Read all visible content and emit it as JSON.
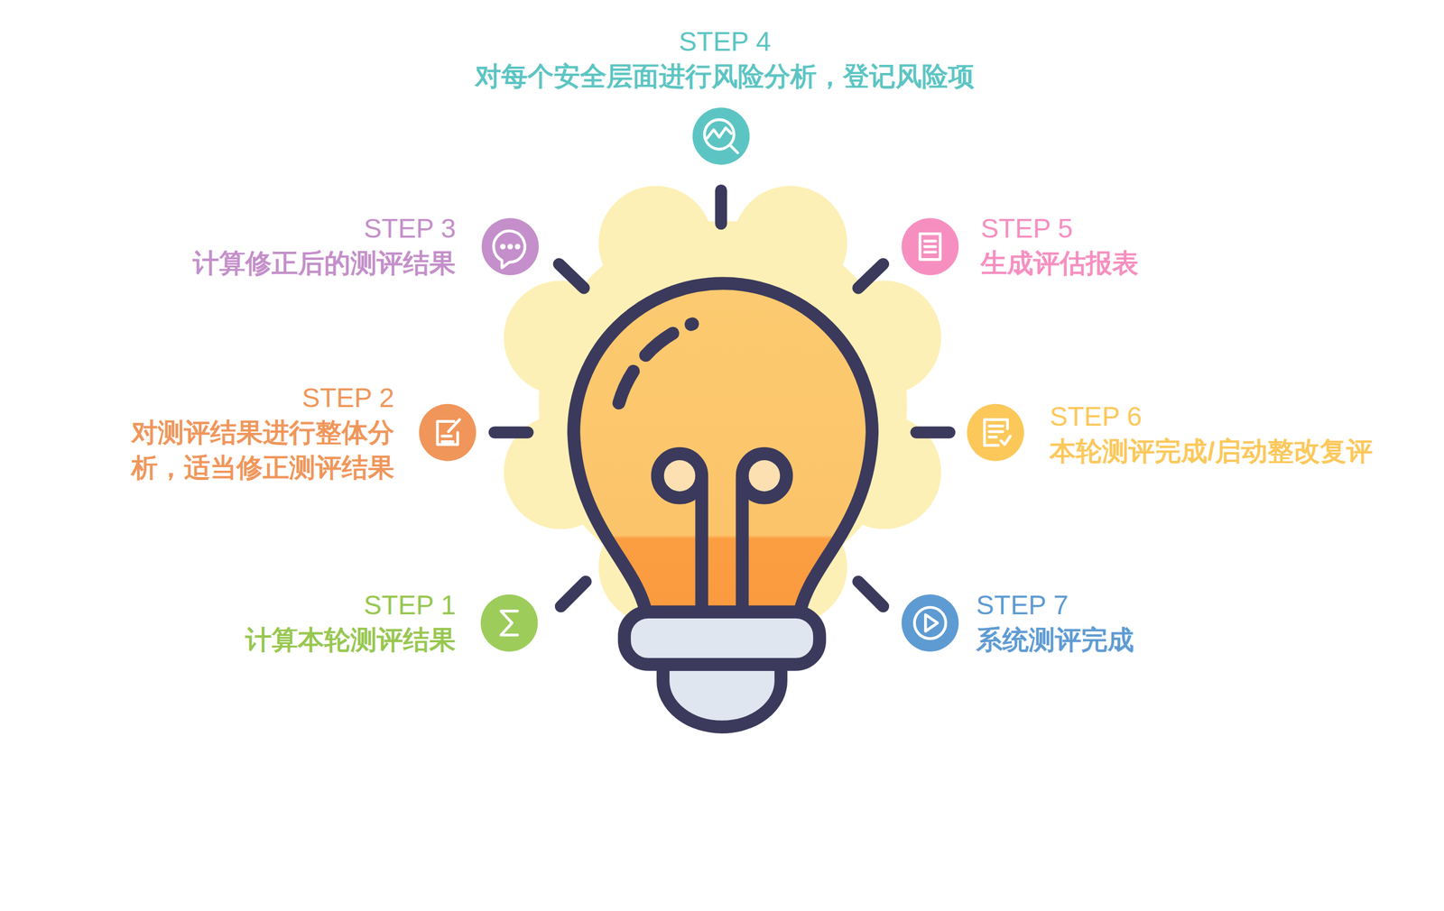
{
  "diagram": {
    "nodes": [
      {
        "text": [
          "STEP 1",
          "计算本轮测评结果"
        ]
      },
      {
        "text": [
          "STEP 2",
          "对测评结果进行整体分析，适当修正测评结果"
        ]
      },
      {
        "text": [
          "STEP 3",
          "计算修正后的测评结果"
        ]
      },
      {
        "text": [
          "STEP 4",
          "对每个安全层面进行风险分析，登记风险项"
        ]
      },
      {
        "text": [
          "STEP 5",
          "生成评估报表"
        ]
      },
      {
        "text": [
          "STEP 6",
          "本轮测评完成/启动整改复评"
        ]
      },
      {
        "text": [
          "STEP 7",
          "系统测评完成"
        ]
      }
    ]
  }
}
